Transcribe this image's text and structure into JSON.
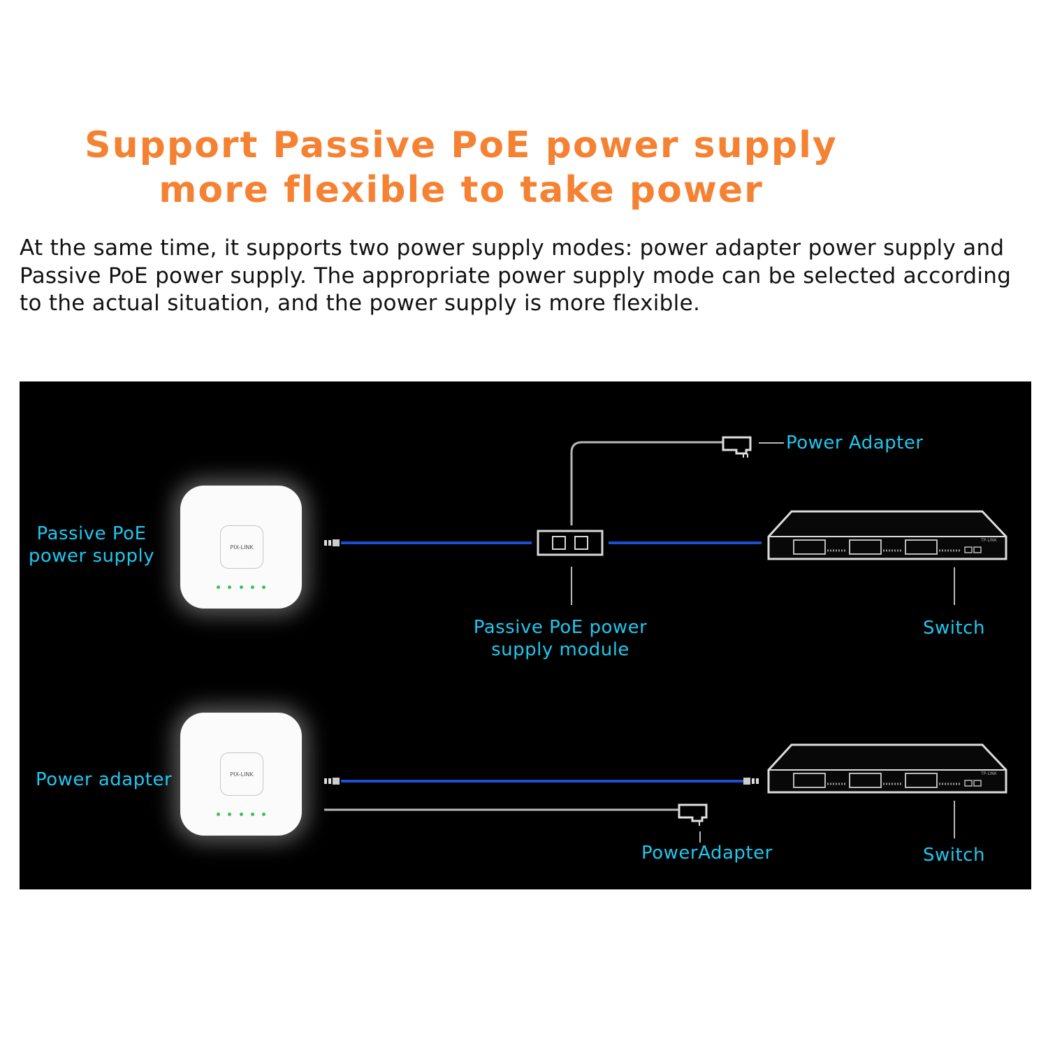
{
  "headline": {
    "line1": "Support Passive PoE power supply",
    "line2": "more flexible to take power"
  },
  "description": "At the same time, it supports two power supply modes: power adapter power supply and Passive PoE power supply. The appropriate power supply mode can be selected according to the actual situation, and the power supply is more flexible.",
  "diagram": {
    "label_color": "#1ec8f0",
    "cable_color": "#1a4fd6",
    "power_cable_color": "#b8b8b8",
    "top": {
      "mode_label": "Passive PoE power supply",
      "power_adapter_label": "Power Adapter",
      "module_label": "Passive PoE power supply module",
      "switch_label": "Switch"
    },
    "bottom": {
      "mode_label": "Power adapter",
      "power_adapter_label": "PowerAdapter",
      "switch_label": "Switch"
    },
    "ap_brand": "PIX-LINK",
    "switch_brand": "TP-LINK"
  }
}
